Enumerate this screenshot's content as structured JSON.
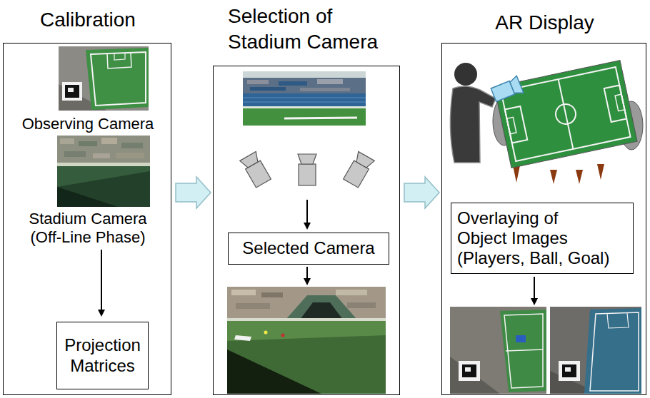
{
  "diagram": {
    "nodes": [
      {
        "text": [
          "Calibration",
          "Observing Camera",
          "Stadium Camera (Off-Line Phase)"
        ]
      },
      {
        "text": [
          "Projection Matrices"
        ],
        "in": 0
      },
      {
        "text": [
          "Selection of Stadium Camera"
        ]
      },
      {
        "text": [
          "Selected Camera"
        ],
        "in": 2
      },
      {
        "text": [
          "AR Display"
        ]
      },
      {
        "text": [
          "Overlaying of Object Images (Players, Ball, Goal)"
        ],
        "in": 4
      }
    ],
    "edges": [
      {
        "from": 0,
        "to": 2,
        "arrow": "to"
      },
      {
        "from": 2,
        "to": 4,
        "arrow": "to"
      }
    ]
  }
}
